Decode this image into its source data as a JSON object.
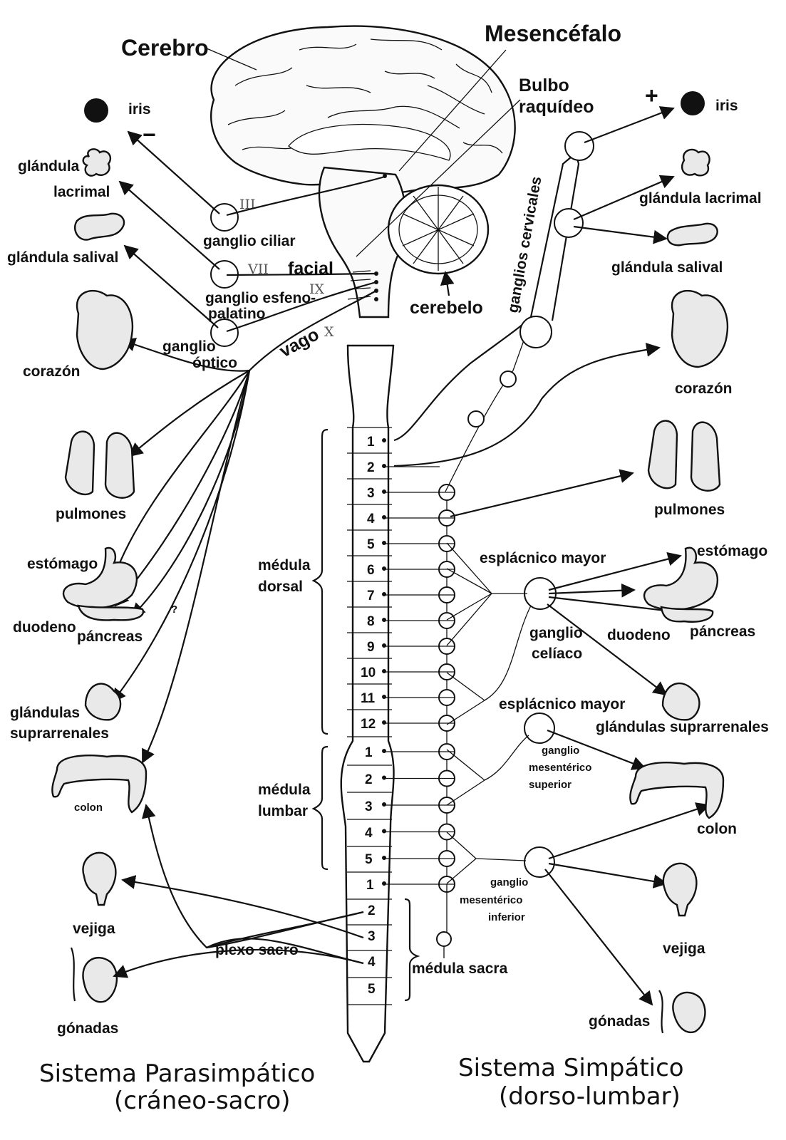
{
  "labels": {
    "cerebro": "Cerebro",
    "mesencefalo": "Mesencéfalo",
    "bulbo": "Bulbo",
    "raquideo": "raquídeo",
    "cerebelo": "cerebelo",
    "ganglios_cervicales": "ganglios cervicales",
    "iris_left": "iris",
    "iris_right": "iris",
    "minus": "−",
    "plus": "+",
    "glandula": "glándula",
    "lacrimal": "lacrimal",
    "glandula_salival_left": "glándula salival",
    "glandula_lacrimal_right": "glándula lacrimal",
    "glandula_salival_right": "glándula salival",
    "ganglio_ciliar": "ganglio ciliar",
    "ganglio_esfeno": "ganglio esfeno-",
    "palatino": "palatino",
    "ganglio": "ganglio",
    "optico": "óptico",
    "facial": "facial",
    "vago": "vago",
    "nerve_iii": "III",
    "nerve_vii": "VII",
    "nerve_ix": "IX",
    "nerve_x": "X",
    "corazon_left": "corazón",
    "corazon_right": "corazón",
    "pulmones_left": "pulmones",
    "pulmones_right": "pulmones",
    "estomago_left": "estómago",
    "estomago_right": "estómago",
    "duodeno_left": "duodeno",
    "duodeno_right": "duodeno",
    "pancreas_left": "páncreas",
    "pancreas_right": "páncreas",
    "glandulas_left": "glándulas",
    "suprarrenales_left": "suprarrenales",
    "glandulas_suprarrenales_right": "glándulas suprarrenales",
    "colon_left": "colon",
    "colon_right": "colon",
    "vejiga_left": "vejiga",
    "vejiga_right": "vejiga",
    "gonadas_left": "gónadas",
    "gonadas_right": "gónadas",
    "medula_dorsal_1": "médula",
    "medula_dorsal_2": "dorsal",
    "medula_lumbar_1": "médula",
    "medula_lumbar_2": "lumbar",
    "medula_sacra": "médula sacra",
    "plexo_sacro": "plexo sacro",
    "esplacnico_mayor_1": "esplácnico mayor",
    "esplacnico_mayor_2": "esplácnico mayor",
    "ganglio_celiaco_1": "ganglio",
    "ganglio_celiaco_2": "celíaco",
    "gms_1": "ganglio",
    "gms_2": "mesentérico",
    "gms_3": "superior",
    "gmi_1": "ganglio",
    "gmi_2": "mesentérico",
    "gmi_3": "inferior",
    "question": "?"
  },
  "segments": {
    "dorsal": [
      "1",
      "2",
      "3",
      "4",
      "5",
      "6",
      "7",
      "8",
      "9",
      "10",
      "11",
      "12"
    ],
    "lumbar": [
      "1",
      "2",
      "3",
      "4",
      "5"
    ],
    "sacral": [
      "1",
      "2",
      "3",
      "4",
      "5"
    ]
  },
  "titles": {
    "left_1": "Sistema Parasimpático",
    "left_2": "(cráneo-sacro)",
    "right_1": "Sistema Simpático",
    "right_2": "(dorso-lumbar)"
  }
}
